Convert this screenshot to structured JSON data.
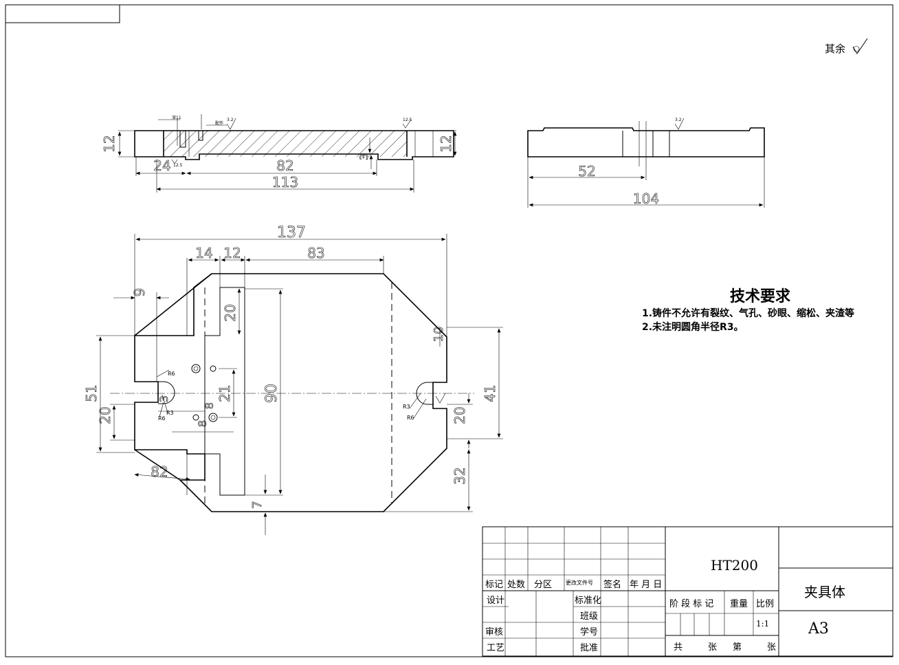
{
  "surface_note": "其余",
  "tech_requirements": {
    "title": "技术要求",
    "items": [
      "1.铸件不允许有裂纹、气孔、砂眼、缩松、夹渣等",
      "2.未注明圆角半径R3。"
    ]
  },
  "top_view": {
    "dims": {
      "height": "12",
      "height_right": "12",
      "d24": "24",
      "d82": "82",
      "d113": "113",
      "d3": "3"
    },
    "notes": {
      "hole_note": "深11",
      "pin_note": "配作",
      "roughness_a": "3.2",
      "roughness_b": "12.5",
      "roughness_c": "12.5"
    }
  },
  "side_view": {
    "dims": {
      "d52": "52",
      "d104": "104"
    },
    "notes": {
      "roughness": "3.2"
    }
  },
  "plan_view": {
    "dims": {
      "d137": "137",
      "d14": "14",
      "d12": "12",
      "d83": "83",
      "d9": "9",
      "d20_top": "20",
      "d51": "51",
      "d20_left": "20",
      "d21": "21",
      "d90": "90",
      "d10": "10",
      "d41": "41",
      "d20_right": "20",
      "d32": "32",
      "d7": "7",
      "d82": "82",
      "d8": "8",
      "d8b": "8",
      "d3": "3"
    },
    "notes": {
      "r6a": "R6",
      "r3a": "R3",
      "r6b": "R6",
      "r3b": "R3",
      "r6c": "R6"
    }
  },
  "title_block": {
    "headers": [
      "标记",
      "处数",
      "分区",
      "更改文件号",
      "签名",
      "年 月 日"
    ],
    "rows_left": [
      "设计",
      "审核",
      "工艺"
    ],
    "rows_mid": [
      "标准化",
      "班级",
      "学号",
      "批准"
    ],
    "stage_label": "阶 段 标 记",
    "weight_label": "重量",
    "ratio_label": "比例",
    "ratio_value": "1:1",
    "sheet_total": "共",
    "sheet_unit": "张",
    "sheet_no": "第",
    "sheet_unit2": "张",
    "material": "HT200",
    "part_name": "夹具体",
    "paper_size": "A3"
  }
}
